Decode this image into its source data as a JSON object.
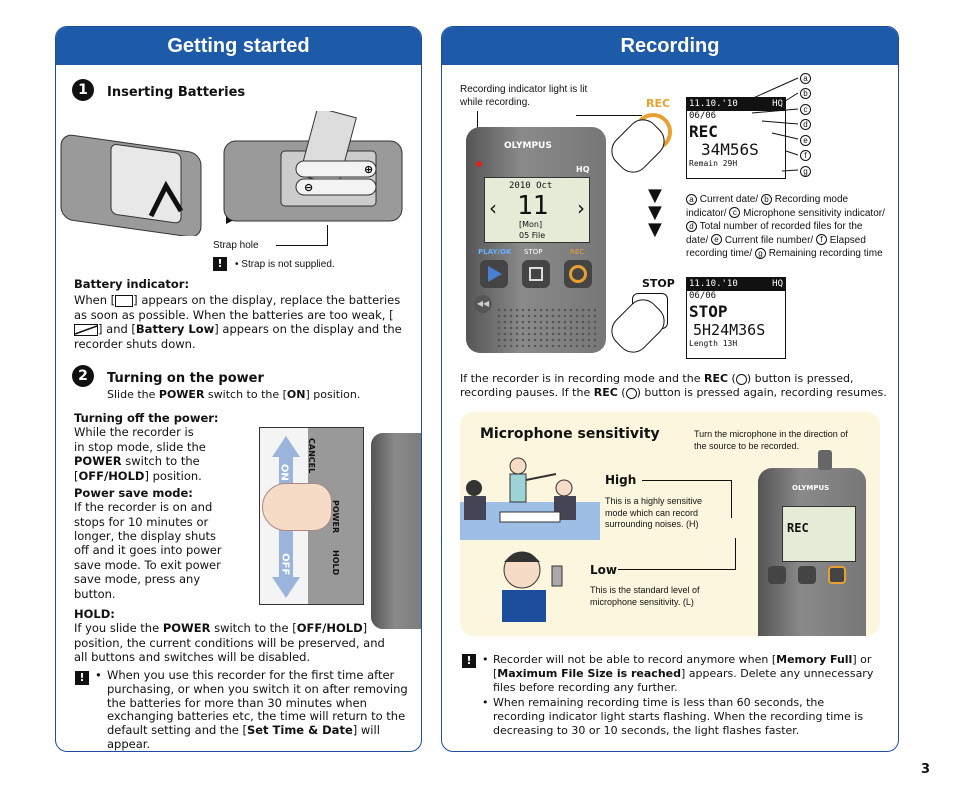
{
  "left": {
    "title": "Getting started",
    "step1": {
      "num": "1",
      "heading": "Inserting Batteries"
    },
    "strap_hole": "Strap hole",
    "strap_note": "Strap is not supplied.",
    "battery_indicator": {
      "heading": "Battery indicator:",
      "p1": "When [",
      "p2": "] appears on the display, replace the batteries as soon as possible. When the batteries are too weak, [",
      "p3": "] and [",
      "battery_low": "Battery Low",
      "p4": "] appears on the display and the recorder shuts down."
    },
    "step2": {
      "num": "2",
      "heading": "Turning on the power",
      "desc1": "Slide the ",
      "power": "POWER",
      "desc2": " switch to the [",
      "on": "ON",
      "desc3": "] position."
    },
    "turning_off": {
      "heading": "Turning off the power:",
      "l1": "While the recorder is",
      "l2": "in stop mode, slide the",
      "power": "POWER",
      "l3": " switch to the",
      "off_hold": "OFF/HOLD",
      "l4": "] position."
    },
    "power_save": {
      "heading": "Power save mode:",
      "text": [
        "If the recorder is on and",
        "stops for 10 minutes or",
        "longer, the display shuts",
        "off and it goes into power",
        "save mode. To exit power",
        "save mode, press any",
        "button."
      ]
    },
    "hold": {
      "heading": "HOLD:",
      "t1": "If you slide the ",
      "power": "POWER",
      "t2": " switch to the [",
      "off_hold": "OFF/HOLD",
      "t3": "]",
      "lines": [
        "position, the current conditions will be preserved, and",
        "all buttons and switches will be disabled."
      ]
    },
    "note": {
      "lines": [
        "When you use this recorder for the first time after",
        "purchasing, or when you switch it on after removing",
        "the batteries for more than 30 minutes when",
        "exchanging batteries etc, the time will return to the"
      ],
      "last1": "default setting and the [",
      "set_time": "Set Time & Date",
      "last2": "] will appear."
    },
    "switch_labels": {
      "on": "ON",
      "off": "OFF",
      "cancel": "CANCEL",
      "power": "POWER",
      "hold": "HOLD"
    }
  },
  "right": {
    "title": "Recording",
    "indicator_note": [
      "Recording indicator light is lit",
      "while recording."
    ],
    "rec_label": "REC",
    "stop_label": "STOP",
    "device": {
      "brand": "OLYMPUS",
      "date": "2010 Oct",
      "day": "11",
      "weekday": "[Mon]",
      "file": "05 File",
      "hq": "HQ",
      "playok": "PLAY/OK",
      "stop": "STOP",
      "rec": "REC"
    },
    "lcd1": {
      "date": "11.10.'10",
      "mode": "HQ",
      "files": "06/06",
      "rec": "REC",
      "time": "34M56S",
      "remain": "Remain 29H"
    },
    "lcd2": {
      "date": "11.10.'10",
      "mode": "HQ",
      "files": "06/06",
      "stop": "STOP",
      "time": "5H24M36S",
      "length": "Length 13H"
    },
    "letters": [
      "a",
      "b",
      "c",
      "d",
      "e",
      "f",
      "g"
    ],
    "legend": [
      "Current date/",
      "Recording mode indicator/",
      "Microphone sensitivity indicator/",
      "Total number of recorded files for the date/",
      "Current file number/",
      "Elapsed recording time/",
      "Remaining recording time"
    ],
    "pause_text": {
      "t1": "If the recorder is in recording mode and the ",
      "rec": "REC",
      "t2": " button is pressed,",
      "t3": "recording pauses. If the ",
      "t4": " button is pressed again, recording resumes."
    },
    "mic": {
      "heading": "Microphone sensitivity",
      "tip": [
        "Turn the microphone in the direction of",
        "the source to be recorded."
      ],
      "high": "High",
      "high_desc": [
        "This is a highly sensitive",
        "mode which can record",
        "surrounding noises. (H)"
      ],
      "low": "Low",
      "low_desc": [
        "This is the standard level of",
        "microphone sensitivity. (L)"
      ]
    },
    "notes": {
      "n1a": "Recorder will not be able to record anymore when [",
      "memory_full": "Memory Full",
      "n1b": "] or",
      "n1c": "[",
      "max_file": "Maximum File Size is reached",
      "n1d": "] appears. Delete any unnecessary",
      "n1e": "files before recording any further.",
      "n2": [
        "When remaining recording time is less than 60 seconds, the",
        "recording indicator light starts flashing. When the recording time is",
        "decreasing to 30 or 10 seconds, the light flashes faster."
      ]
    }
  },
  "page_number": "3",
  "colors": {
    "header": "#1d5aa8",
    "rec": "#e8a030",
    "mic_bg": "#fbf6dd",
    "play": "#4a7fd0"
  }
}
